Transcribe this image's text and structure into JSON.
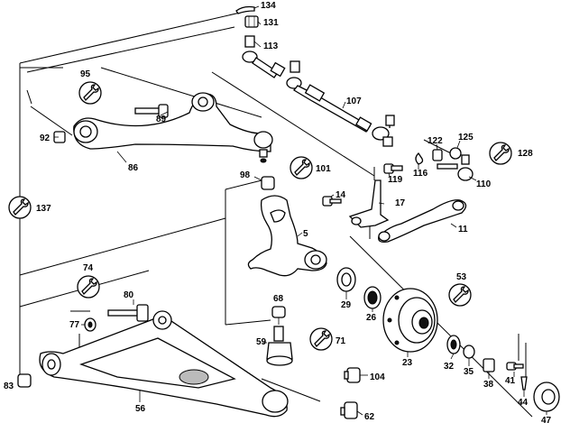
{
  "diagram": {
    "title": "Front axle suspension exploded view",
    "callouts": {
      "p5": "5",
      "p11": "11",
      "p14": "14",
      "p17": "17",
      "p23": "23",
      "p26": "26",
      "p29": "29",
      "p32": "32",
      "p35": "35",
      "p38": "38",
      "p41": "41",
      "p44": "44",
      "p47": "47",
      "p53": "53",
      "p56": "56",
      "p59": "59",
      "p62": "62",
      "p68": "68",
      "p71": "71",
      "p74": "74",
      "p77": "77",
      "p80": "80",
      "p83": "83",
      "p86": "86",
      "p89": "89",
      "p92": "92",
      "p95": "95",
      "p98": "98",
      "p101": "101",
      "p104": "104",
      "p107": "107",
      "p110": "110",
      "p113": "113",
      "p116": "116",
      "p119": "119",
      "p122": "122",
      "p125": "125",
      "p128": "128",
      "p131": "131",
      "p134": "134",
      "p137": "137"
    },
    "wrench_icons": [
      "95",
      "101",
      "128",
      "137",
      "74",
      "53",
      "71"
    ]
  }
}
